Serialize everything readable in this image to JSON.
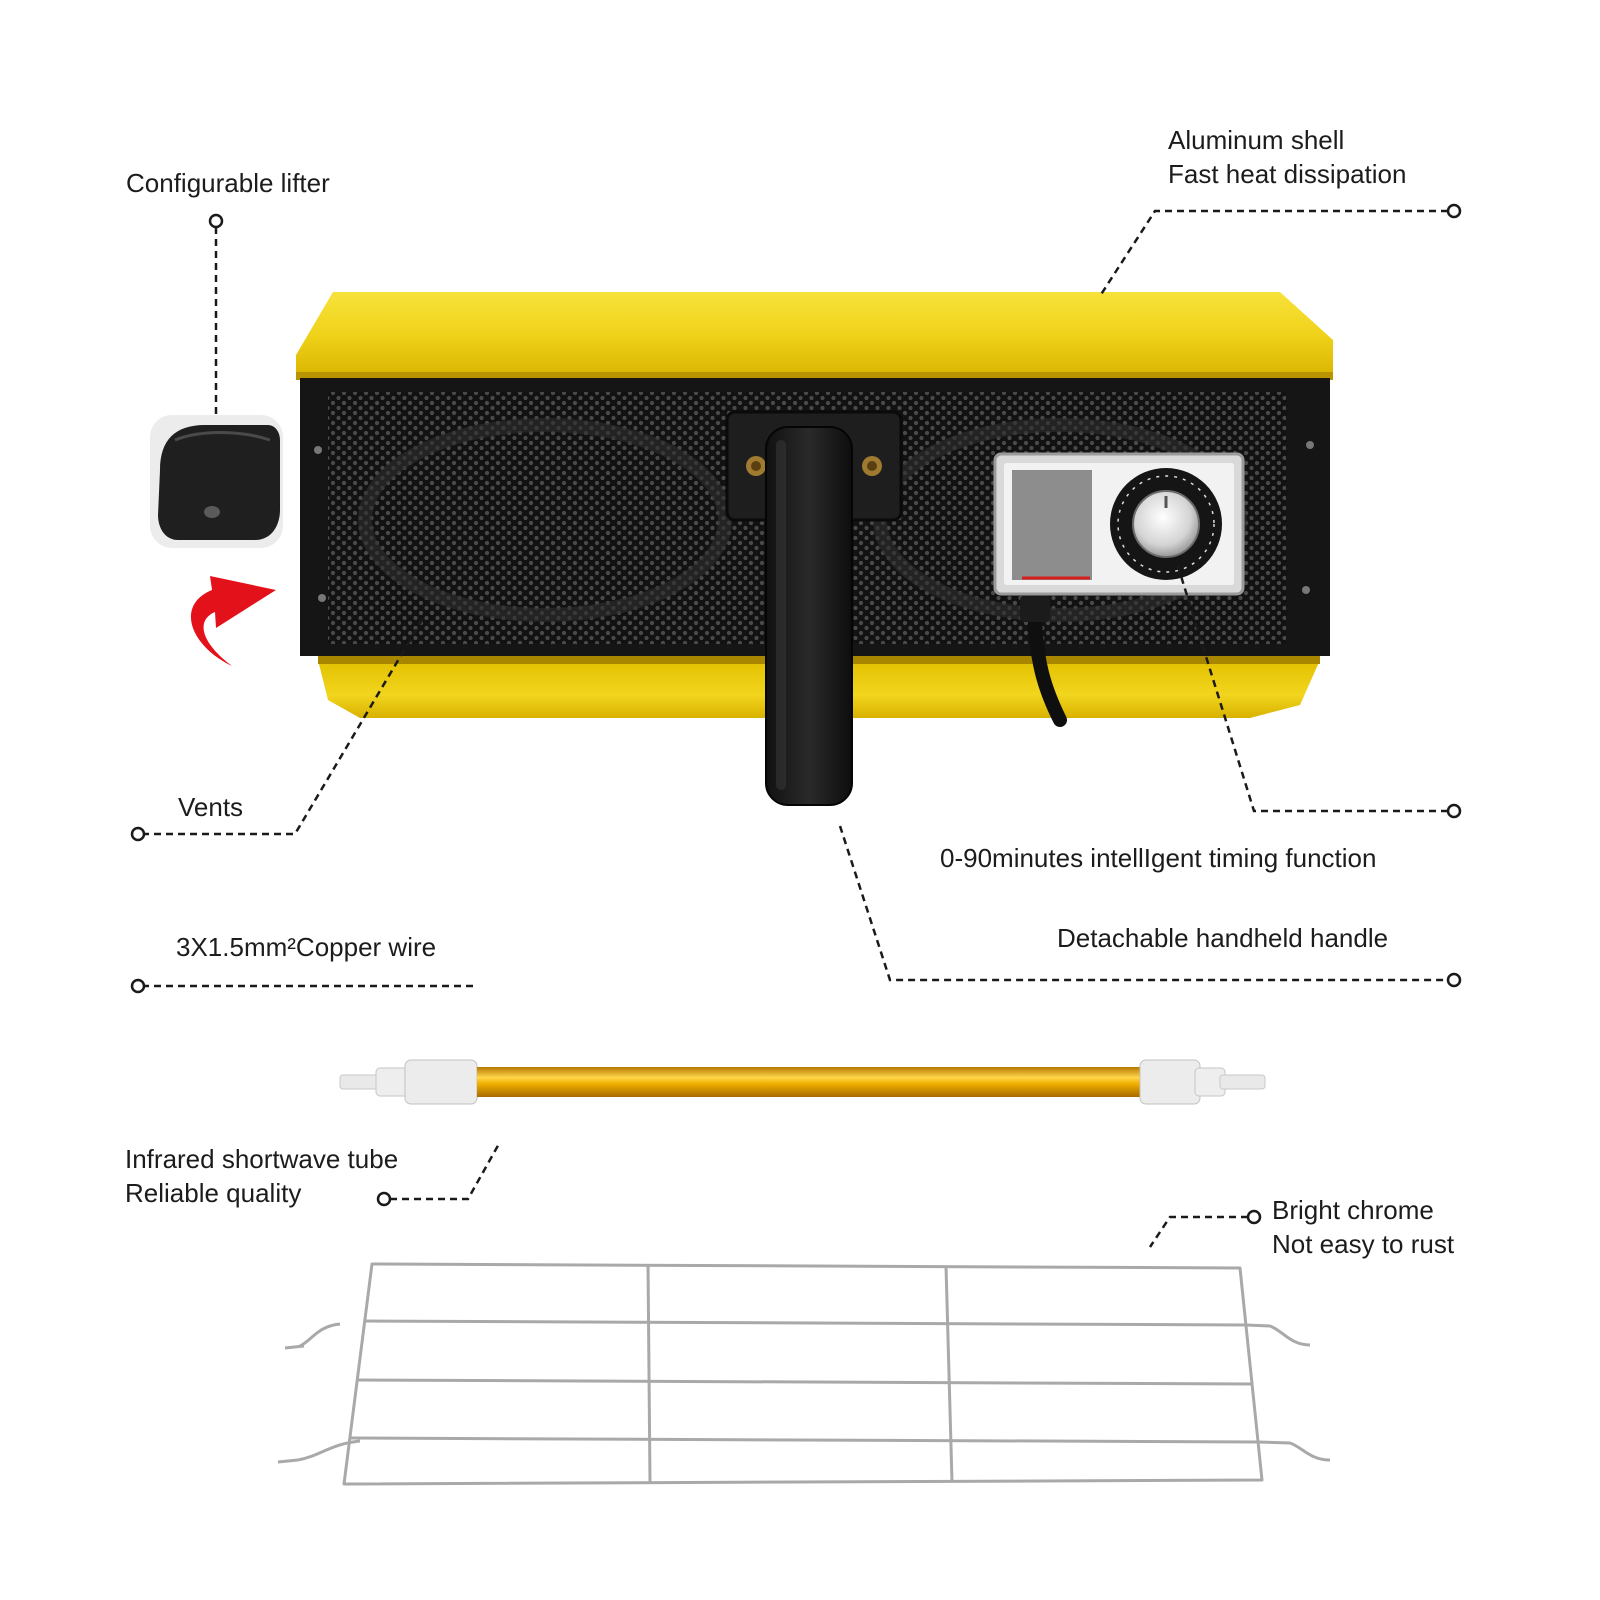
{
  "labels": {
    "lifter": "Configurable lifter",
    "shell_line1": "Aluminum shell",
    "shell_line2": "Fast heat dissipation",
    "vents": "Vents",
    "timer": "0-90minutes intellIgent timing function",
    "wire": "3X1.5mm²Copper wire",
    "handle": "Detachable handheld handle",
    "tube_line1": "Infrared shortwave tube",
    "tube_line2": "Reliable quality",
    "chrome_line1": "Bright chrome",
    "chrome_line2": "Not easy to rust"
  },
  "colors": {
    "housing_yellow": "#e8c400",
    "housing_yellow_light": "#f6dc2a",
    "grille_black": "#141414",
    "arrow_red": "#e3121a",
    "tube_gold": "#e0a100",
    "chrome": "#a8a8a8",
    "leader": "#1a1a1a"
  },
  "icons": {
    "arrow": "curved-arrow-icon",
    "dial": "timer-dial-icon",
    "leader_end": "leader-ring-icon"
  }
}
